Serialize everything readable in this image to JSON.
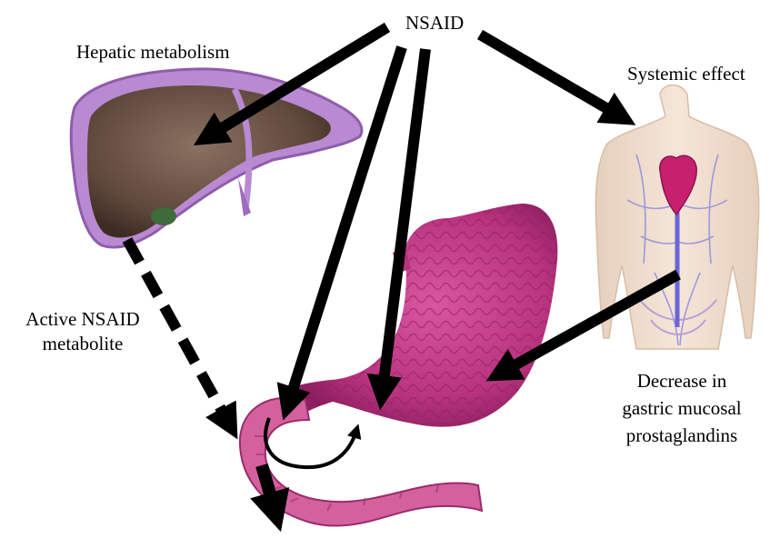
{
  "labels": {
    "nsaid": "NSAID",
    "hepatic": "Hepatic metabolism",
    "systemic": "Systemic effect",
    "active_line1": "Active NSAID",
    "active_line2": "metabolite",
    "decrease_line1": "Decrease in",
    "decrease_line2": "gastric mucosal",
    "decrease_line3": "prostaglandins"
  },
  "illustrations": {
    "liver": "liver-illustration",
    "body": "human-torso-with-heart-illustration",
    "stomach": "stomach-and-duodenum-illustration"
  },
  "colors": {
    "liver_outer": "#b07fc9",
    "liver_body": "#6e5649",
    "stomach": "#c8418f",
    "body_skin": "#efdccb",
    "heart": "#c2206b",
    "vessels": "#7a74d6",
    "arrow": "#000000"
  }
}
